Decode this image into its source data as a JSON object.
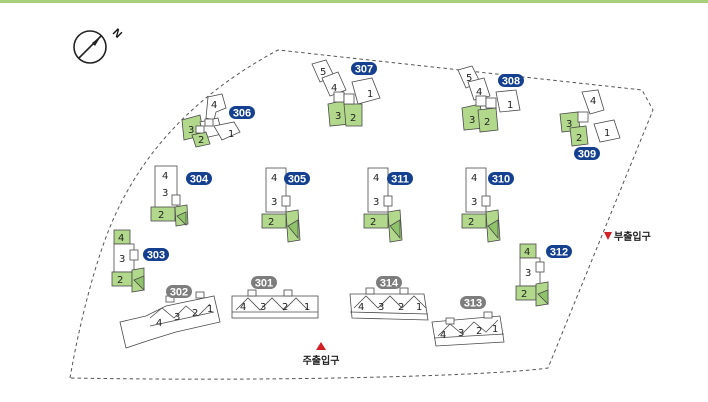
{
  "colors": {
    "accent_green": "#b2d88c",
    "badge_blue": "#15408f",
    "badge_gray": "#7d7d7d",
    "entrance_red": "#d21f25",
    "top_bar": "#a8cf7c"
  },
  "compass": {
    "icon": "north-compass-icon",
    "letter": "N"
  },
  "buildings": [
    {
      "id": "b306",
      "label": "306",
      "style": "blue",
      "nums": [
        "4",
        "3",
        "2",
        "1"
      ]
    },
    {
      "id": "b307",
      "label": "307",
      "style": "blue",
      "nums": [
        "5",
        "4",
        "1",
        "3",
        "2"
      ]
    },
    {
      "id": "b308",
      "label": "308",
      "style": "blue",
      "nums": [
        "5",
        "4",
        "1",
        "3",
        "2"
      ]
    },
    {
      "id": "b309",
      "label": "309",
      "style": "blue",
      "nums": [
        "4",
        "3",
        "1",
        "2"
      ]
    },
    {
      "id": "b304",
      "label": "304",
      "style": "blue",
      "nums": [
        "4",
        "3",
        "2"
      ]
    },
    {
      "id": "b305",
      "label": "305",
      "style": "blue",
      "nums": [
        "4",
        "3",
        "2"
      ]
    },
    {
      "id": "b311",
      "label": "311",
      "style": "blue",
      "nums": [
        "4",
        "3",
        "2"
      ]
    },
    {
      "id": "b310",
      "label": "310",
      "style": "blue",
      "nums": [
        "4",
        "3",
        "2"
      ]
    },
    {
      "id": "b303",
      "label": "303",
      "style": "blue",
      "nums": [
        "4",
        "3",
        "2"
      ]
    },
    {
      "id": "b312",
      "label": "312",
      "style": "blue",
      "nums": [
        "4",
        "3",
        "2"
      ]
    },
    {
      "id": "b302",
      "label": "302",
      "style": "gray",
      "nums": [
        "4",
        "3",
        "2",
        "1"
      ]
    },
    {
      "id": "b301",
      "label": "301",
      "style": "gray",
      "nums": [
        "4",
        "3",
        "2",
        "1"
      ]
    },
    {
      "id": "b314",
      "label": "314",
      "style": "gray",
      "nums": [
        "4",
        "3",
        "2",
        "1"
      ]
    },
    {
      "id": "b313",
      "label": "313",
      "style": "gray",
      "nums": [
        "4",
        "3",
        "2",
        "1"
      ]
    }
  ],
  "entrances": [
    {
      "id": "main",
      "label": "주출입구",
      "icon": "entrance-triangle-icon"
    },
    {
      "id": "sub",
      "label": "부출입구",
      "icon": "entrance-triangle-icon"
    }
  ]
}
